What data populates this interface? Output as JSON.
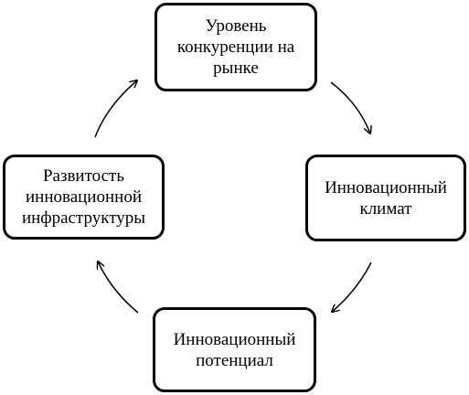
{
  "diagram": {
    "nodes": {
      "top": {
        "label": "Уровень\nконкуренции на\nрынке"
      },
      "right": {
        "label": "Инновационный\nклимат"
      },
      "bottom": {
        "label": "Инновационный\nпотенциал"
      },
      "left": {
        "label": "Развитость\nинновационной\nинфраструктуры"
      }
    },
    "edges": [
      {
        "from": "top",
        "to": "right"
      },
      {
        "from": "right",
        "to": "bottom"
      },
      {
        "from": "bottom",
        "to": "left"
      },
      {
        "from": "left",
        "to": "top"
      }
    ],
    "colors": {
      "stroke": "#000000",
      "background": "#ffffff"
    }
  }
}
